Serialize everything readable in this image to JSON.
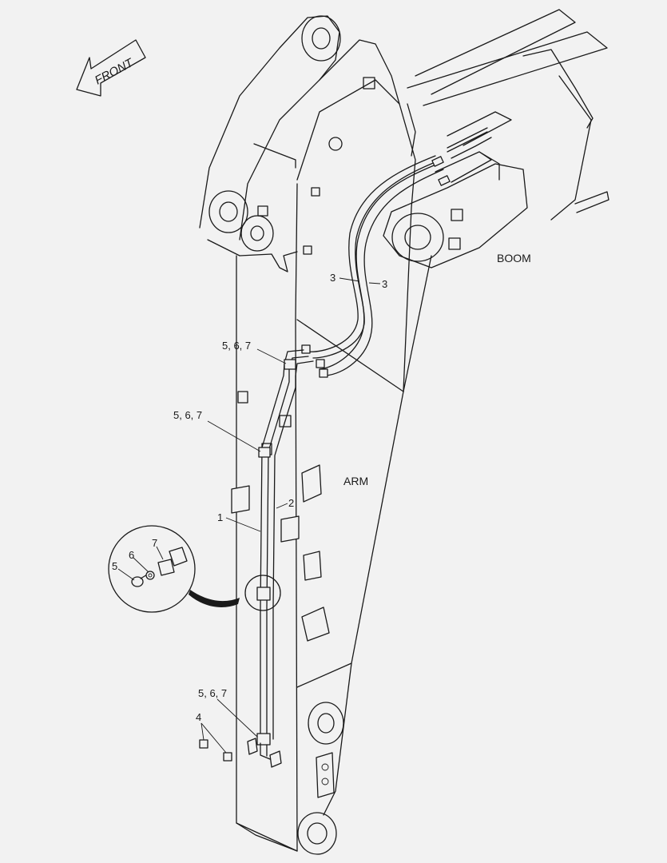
{
  "diagram": {
    "direction_label": "FRONT",
    "component_labels": {
      "boom": "BOOM",
      "arm": "ARM"
    },
    "callouts": [
      {
        "id": "hose-3a",
        "text": "3"
      },
      {
        "id": "hose-3b",
        "text": "3"
      },
      {
        "id": "clamp-top",
        "text": "5, 6, 7"
      },
      {
        "id": "clamp-mid",
        "text": "5, 6, 7"
      },
      {
        "id": "tube-2",
        "text": "2"
      },
      {
        "id": "tube-1",
        "text": "1"
      },
      {
        "id": "detail-5",
        "text": "5"
      },
      {
        "id": "detail-6",
        "text": "6"
      },
      {
        "id": "detail-7",
        "text": "7"
      },
      {
        "id": "clamp-bottom",
        "text": "5, 6, 7"
      },
      {
        "id": "plug-4",
        "text": "4"
      }
    ]
  }
}
